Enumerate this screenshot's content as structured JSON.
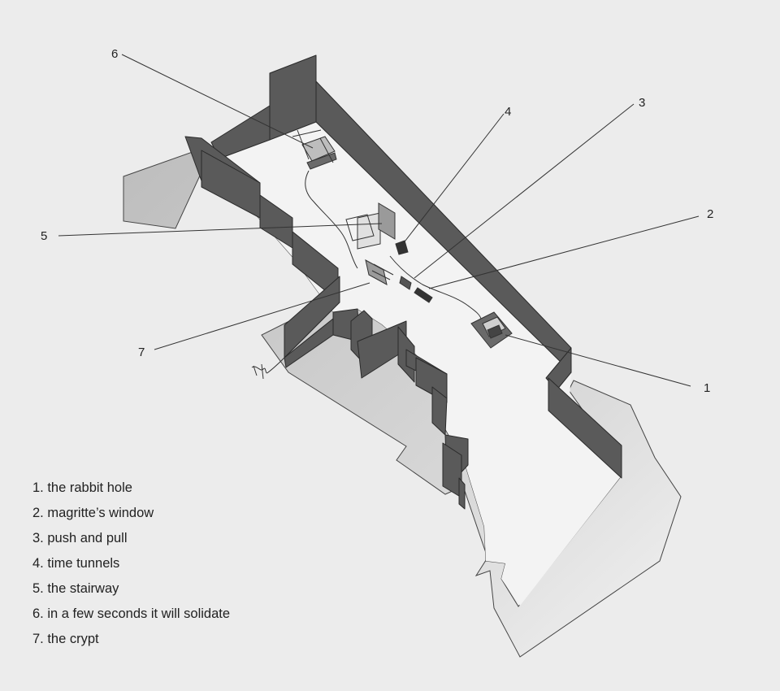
{
  "callout_numbers": [
    "1",
    "2",
    "3",
    "4",
    "5",
    "6",
    "7"
  ],
  "legend": [
    "1. the rabbit hole",
    "2. magritte’s window",
    "3. push and pull",
    "4. time tunnels",
    "5. the stairway",
    "6. in a few seconds it will solidate",
    "7. the crypt"
  ],
  "colors": {
    "background": "#ececec",
    "outer_floor": "#c9c9c9",
    "inner_floor": "#f3f3f3",
    "walls": "#5a5a5a",
    "lines": "#333333"
  }
}
